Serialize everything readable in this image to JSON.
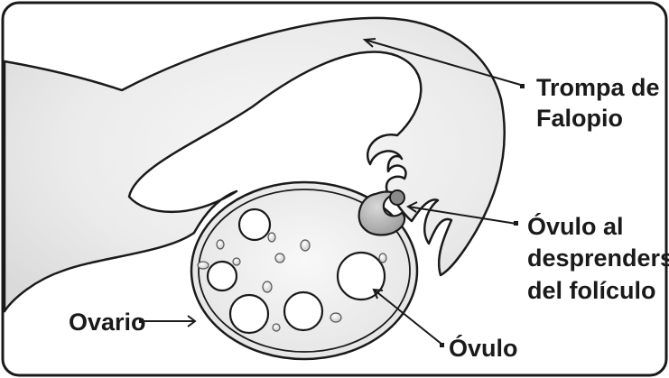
{
  "labels": {
    "tube_line1": "Trompa de",
    "tube_line2": "Falopio",
    "egg_release_line1": "Óvulo al",
    "egg_release_line2": "desprenderse",
    "egg_release_line3": "del folículo",
    "ovary": "Ovario",
    "egg": "Óvulo"
  },
  "colors": {
    "outline": "#1a1a1a",
    "background": "#ffffff",
    "tissue": "#ececec",
    "released_egg": "#b3b3b3",
    "egg_nucleus": "#8a8a8a"
  }
}
